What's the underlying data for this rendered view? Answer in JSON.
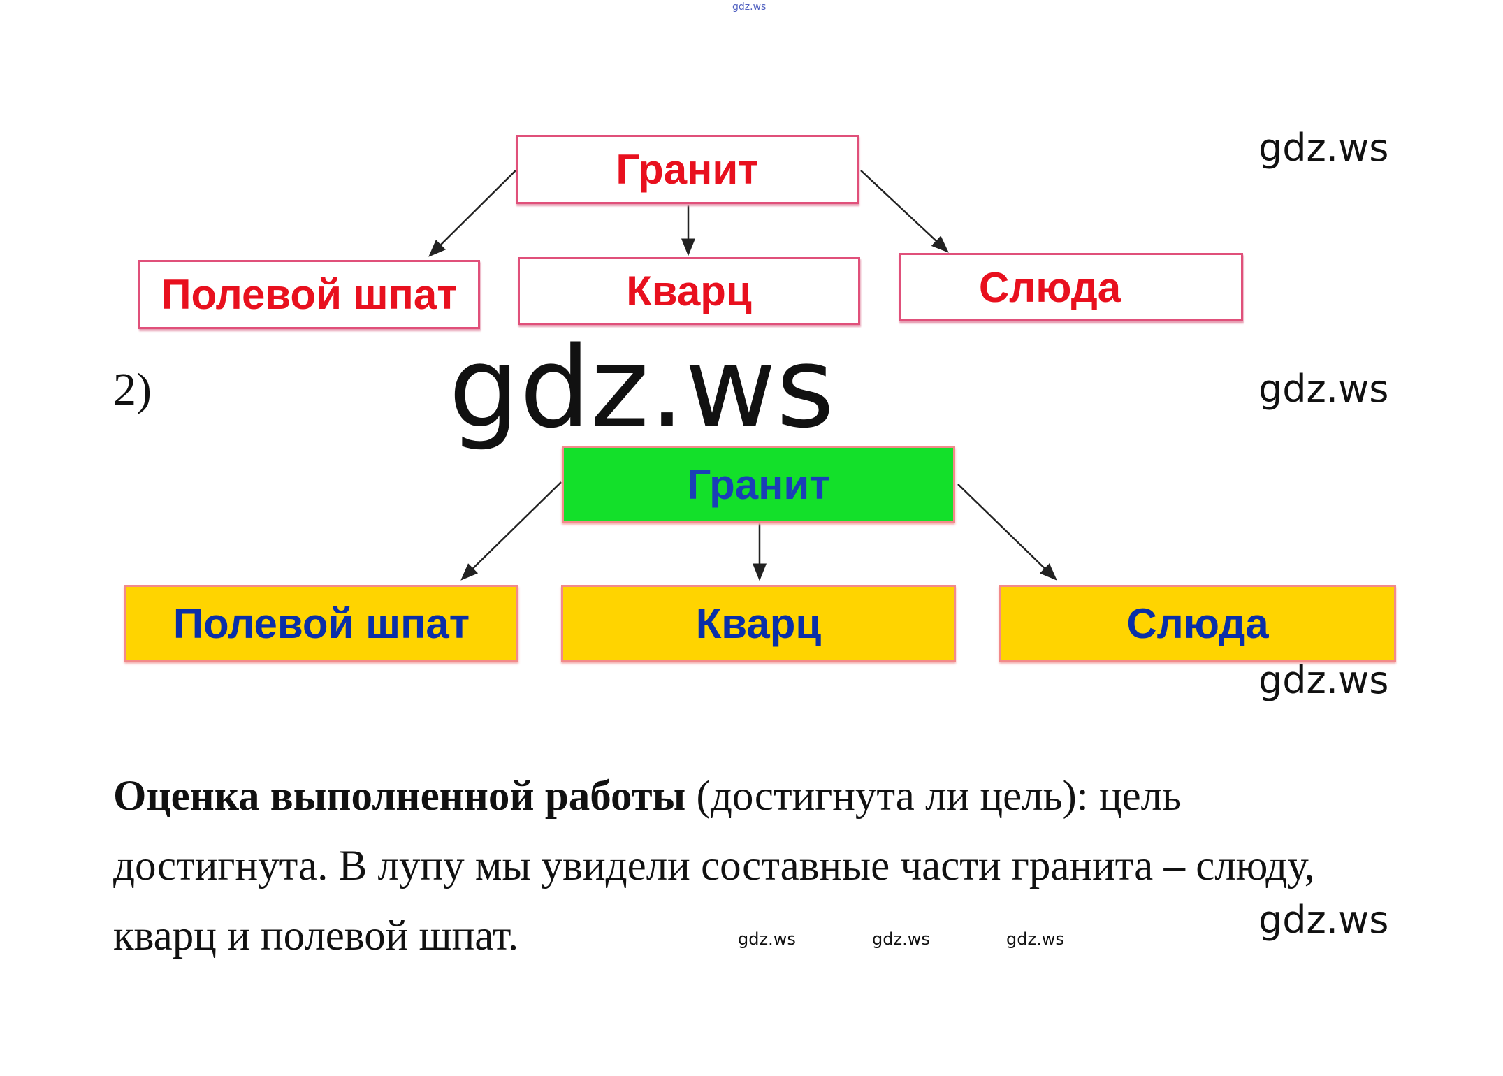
{
  "header_watermark": "gdz.ws",
  "diagram1": {
    "root": "Гранит",
    "children": [
      "Полевой шпат",
      "Кварц",
      "Слюда"
    ]
  },
  "item_number": "2)",
  "big_watermark": "gdz.ws",
  "diagram2": {
    "root": "Гранит",
    "children": [
      "Полевой шпат",
      "Кварц",
      "Слюда"
    ]
  },
  "side_watermarks": [
    "gdz.ws",
    "gdz.ws",
    "gdz.ws",
    "gdz.ws"
  ],
  "conclusion": {
    "label": "Оценка выполненной работы",
    "text": " (достигнута ли цель): цель достигнута. В лупу мы увидели составные части гранита – слюду, кварц и полевой шпат."
  },
  "inline_watermarks": [
    "gdz.ws",
    "gdz.ws",
    "gdz.ws"
  ],
  "colors": {
    "red_text": "#e8101e",
    "blue_text": "#0a2fa8",
    "green_fill": "#13e02a",
    "yellow_fill": "#ffd400"
  }
}
